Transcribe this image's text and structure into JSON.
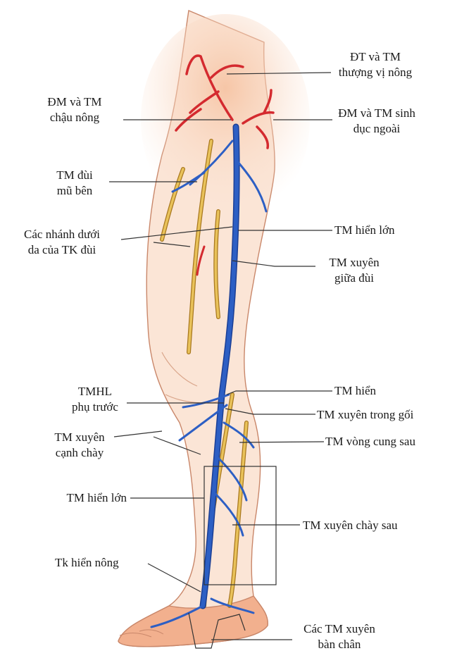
{
  "colors": {
    "skin_fill": "#fbe5d6",
    "skin_glow": "#f6c4a4",
    "outline": "#c9876a",
    "foot_fill": "#f2b08e",
    "vein": "#2d5fc4",
    "vein_dark": "#1b3f95",
    "artery": "#d42a2f",
    "nerve": "#e9c25a",
    "nerve_edge": "#a8781f",
    "leader": "#333333"
  },
  "labels": {
    "epigastric": [
      "ĐT và TM",
      "thượng vị nông"
    ],
    "iliac": [
      "ĐM và TM",
      "chậu nông"
    ],
    "pudendal": [
      "ĐM và TM sinh",
      "dục ngoài"
    ],
    "lateral_femoral": [
      "TM đùi",
      "mũ bên"
    ],
    "femoral_nerve_branches": [
      "Các nhánh dưới",
      "da của TK đùi"
    ],
    "great_saphenous_upper": "TM hiển lớn",
    "mid_thigh_perforator": [
      "TM xuyên",
      "giữa đùi"
    ],
    "accessory_anterior": [
      "TMHL",
      "phụ trước"
    ],
    "saphenous": "TM hiển",
    "knee_perforator": "TM xuyên trong gối",
    "paratibial_perforator": [
      "TM xuyên",
      "cạnh chày"
    ],
    "posterior_arch": "TM vòng cung sau",
    "great_saphenous_lower": "TM hiển lớn",
    "posterior_tibial_perforator": "TM xuyên chày sau",
    "superficial_saphenous_nerve": "Tk hiển nông",
    "foot_perforators": [
      "Các TM xuyên",
      "bàn chân"
    ]
  }
}
